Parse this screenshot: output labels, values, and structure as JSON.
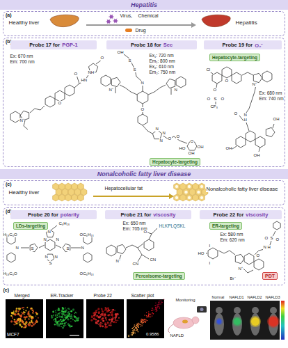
{
  "diagram": {
    "nodes": [
      {
        "text": [
          "Hepatitis"
        ]
      },
      {
        "text": [
          "(a)"
        ]
      },
      {
        "text": [
          "(b)"
        ]
      },
      {
        "text": [
          "Probe 17 for",
          "PGP-1"
        ],
        "in": 2
      },
      {
        "text": [
          "Probe 18 for",
          "Sec"
        ],
        "in": 2
      },
      {
        "text": [
          "Probe 19 for",
          "O₂⁻"
        ],
        "in": 2
      },
      {
        "text": [
          "Hepatocyte-targeting"
        ],
        "in": 2
      },
      {
        "text": [
          "Hepatocyte-targeting"
        ],
        "in": 2
      },
      {
        "text": [
          "Nonalcoholic fatty liver disease"
        ]
      },
      {
        "text": [
          "(c)"
        ]
      },
      {
        "text": [
          "(d)"
        ]
      },
      {
        "text": [
          "Probe 20 for",
          "polarity"
        ],
        "in": 10
      },
      {
        "text": [
          "Probe 21 for",
          "viscosity"
        ],
        "in": 10
      },
      {
        "text": [
          "Probe 22 for",
          "viscosity"
        ],
        "in": 10
      },
      {
        "text": [
          "LDs-targeting"
        ],
        "in": 10
      },
      {
        "text": [
          "ER-targeting"
        ],
        "in": 10
      },
      {
        "text": [
          "Peroxisome-targeting"
        ],
        "in": 10
      },
      {
        "text": [
          "PDT"
        ],
        "in": 10
      }
    ],
    "labels": [
      "Healthy liver",
      "Virus,",
      "Chemical",
      "Drug",
      "Hepatitis",
      "Ex: 670 nm",
      "Em: 700 nm",
      "N⁺",
      "O",
      "O",
      "HN",
      "NH",
      "O",
      "Ex₁: 720 nm",
      "Em₁: 800 nm",
      "Ex₂: 610 nm",
      "Em₂: 750 nm",
      "OH",
      "S",
      "S",
      "N",
      "N⁺",
      "N",
      "O",
      "N",
      "N",
      "N",
      "O",
      "O",
      "O",
      "OH",
      "HO",
      "OH",
      "Cl",
      "O",
      "O",
      "S",
      "O",
      "O",
      "CF₃",
      "N⁺",
      "Ex: 680 nm",
      "Em: 740 nm",
      "N",
      "H",
      "O",
      "OH",
      "OH",
      "OH",
      "Healthy liver",
      "Hepatocellular fat",
      "Nonalcoholic fatty liver disease",
      "C₆H₁₃",
      "N",
      "N",
      "N",
      "S",
      "S",
      "N",
      "S",
      "N",
      "N",
      "N",
      "H₁₃C₆O",
      "H₁₃C₆O",
      "OC₆H₁₃",
      "OC₆H₁₃",
      "Ex: 650 nm",
      "Em: 705 nm",
      "HLKPLQSKL",
      "N⁺",
      "O",
      "CN",
      "CN",
      "Ex: 580 nm",
      "Em: 620 nm",
      "HO",
      "I",
      "I",
      "N⁺",
      "Br⁻",
      "O",
      "N",
      "H",
      "S",
      "O",
      "O",
      "(e)",
      "Merged",
      "ER-Tracker",
      "Probe 22",
      "Scatter plot",
      "MCF7",
      "0.9586",
      "Monitoring",
      "NAFLD",
      "Normal",
      "NAFLD1",
      "NAFLD2",
      "NAFLD3"
    ]
  }
}
